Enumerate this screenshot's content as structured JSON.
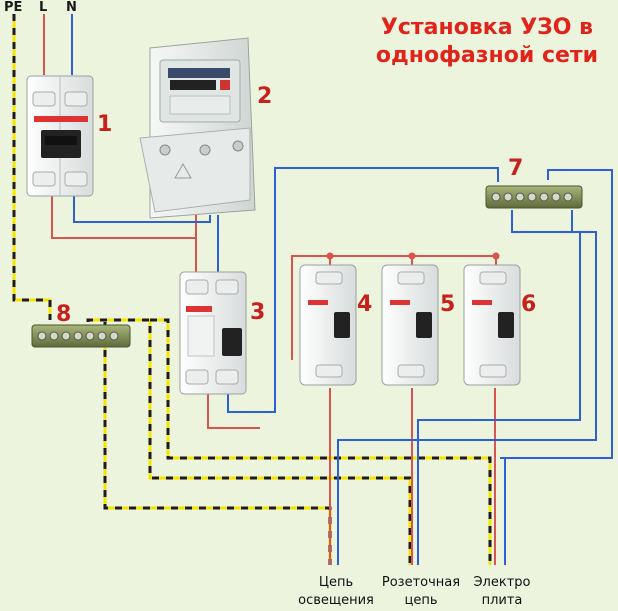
{
  "title": {
    "line1": "Установка УЗО в",
    "line2": "однофазной сети"
  },
  "top_labels": {
    "pe": "PE",
    "l": "L",
    "n": "N"
  },
  "component_numbers": [
    "1",
    "2",
    "3",
    "4",
    "5",
    "6",
    "7",
    "8"
  ],
  "circuits": [
    {
      "line1": "Цепь",
      "line2": "освещения"
    },
    {
      "line1": "Розеточная",
      "line2": "цепь"
    },
    {
      "line1": "Электро",
      "line2": "плита"
    }
  ],
  "colors": {
    "background": "#ecf4dd",
    "phase_wire": "#d9534f",
    "neutral_wire": "#2d5fd6",
    "ground_wire_yellow": "#f5e400",
    "ground_wire_dash": "#1c1c1c",
    "title": "#e0241b",
    "numbers": "#c8201b"
  }
}
